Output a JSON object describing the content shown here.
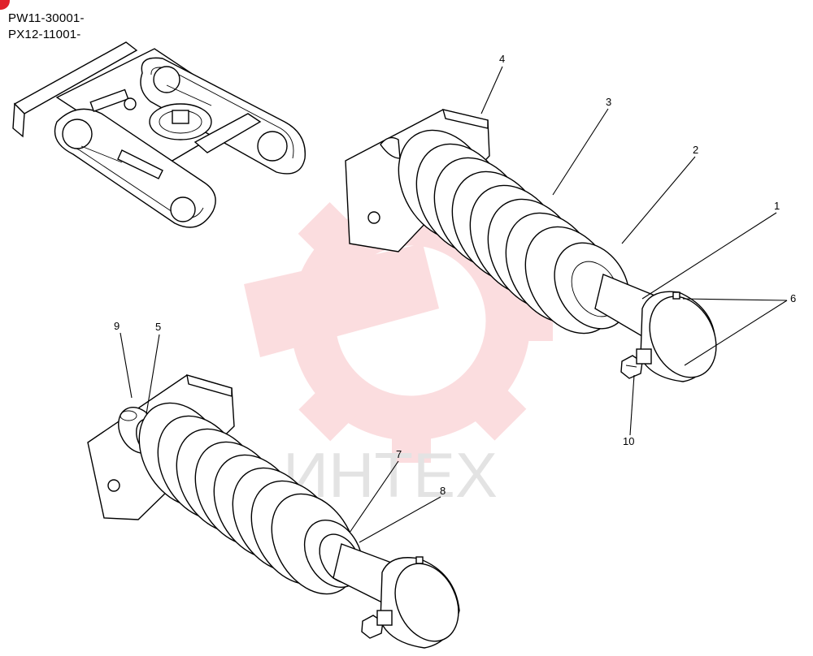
{
  "serials": [
    "PW11-30001-",
    "PX12-11001-"
  ],
  "watermark": {
    "text": "ИНТЕХ",
    "color": "#e8323c"
  },
  "corner_mark_color": "#e0202a",
  "callouts": {
    "c1": "1",
    "c2": "2",
    "c3": "3",
    "c4": "4",
    "c5": "5",
    "c6": "6",
    "c7": "7",
    "c8": "8",
    "c9": "9",
    "c10": "10"
  }
}
